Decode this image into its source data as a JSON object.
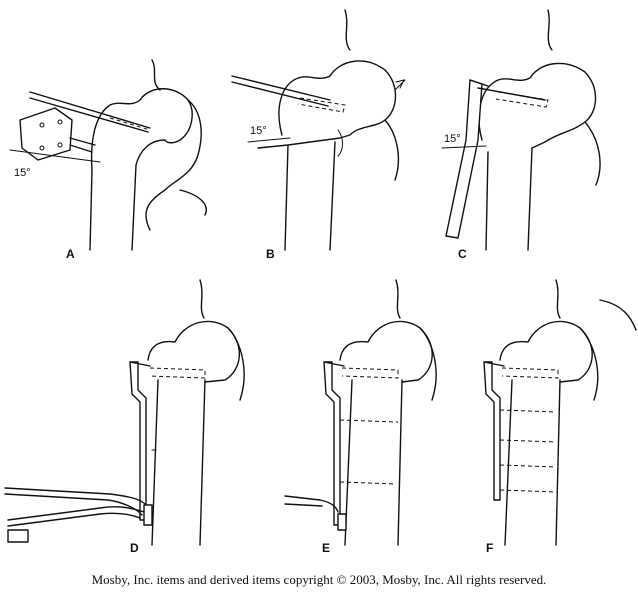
{
  "panels": [
    {
      "label": "A",
      "angle": "15°"
    },
    {
      "label": "B",
      "angle": "15°"
    },
    {
      "label": "C",
      "angle": "15°"
    },
    {
      "label": "D"
    },
    {
      "label": "E"
    },
    {
      "label": "F"
    }
  ],
  "copyright": "Mosby, Inc. items and derived items copyright © 2003, Mosby, Inc. All rights reserved."
}
